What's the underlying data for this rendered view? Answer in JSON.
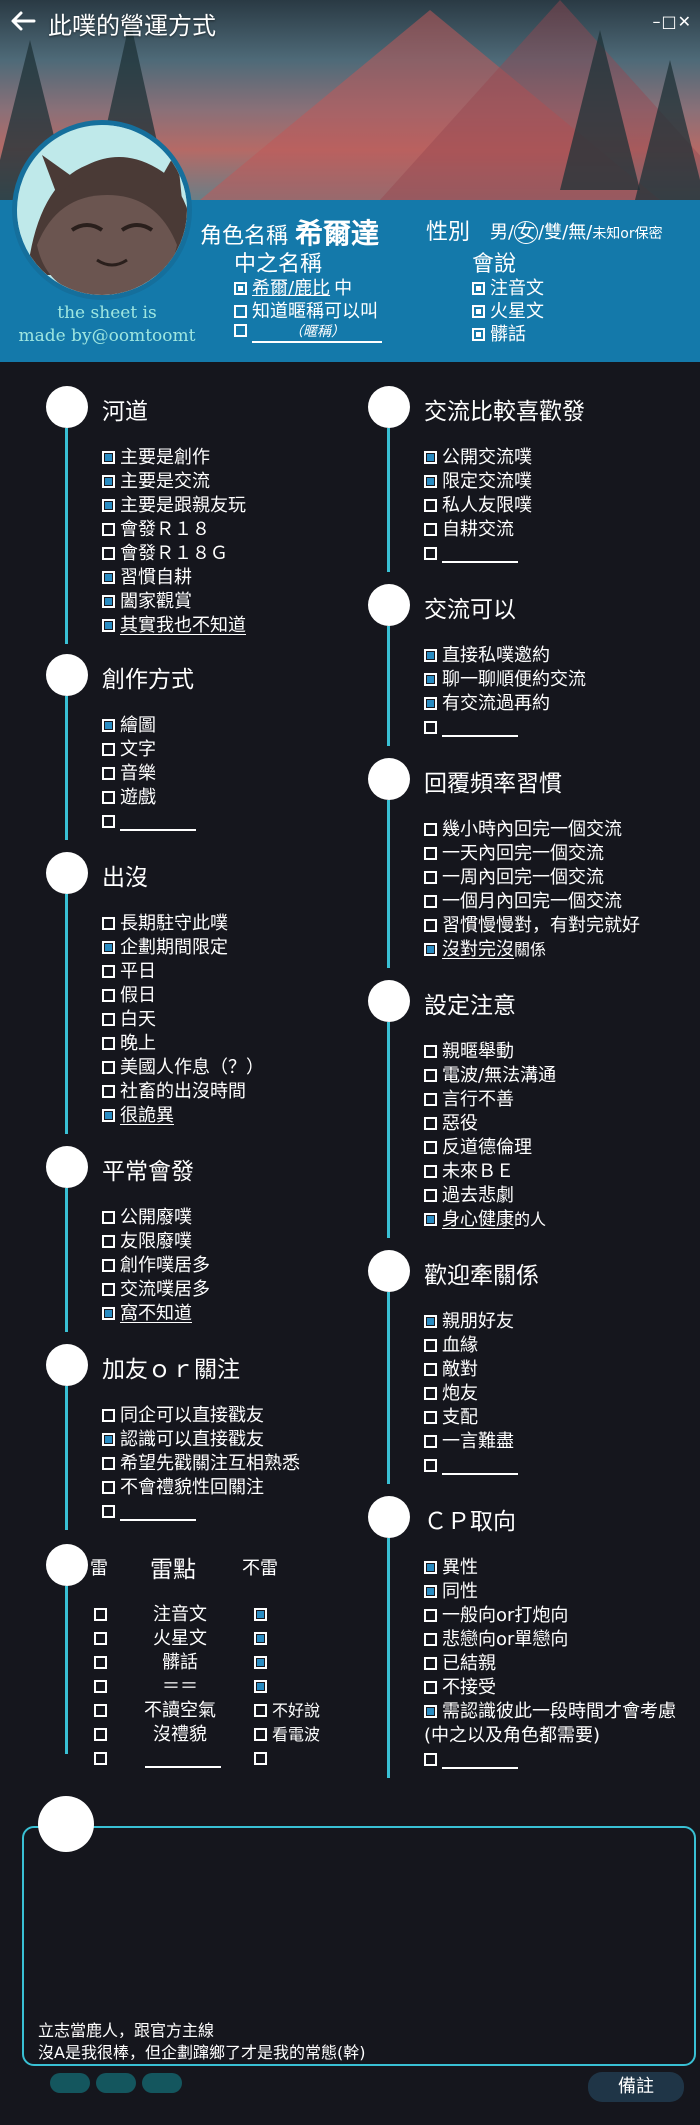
{
  "header": {
    "title": "此噗的營運方式",
    "window_controls": "–□✕"
  },
  "profile": {
    "credit_line1": "the sheet is",
    "credit_line2": "made by@oomtoomt",
    "char_label": "角色名稱",
    "char_name": "希爾達",
    "gender_label": "性別",
    "gender_options": [
      "男",
      "女",
      "雙",
      "無"
    ],
    "gender_selected": "女",
    "gender_note": "未知or保密",
    "seiyuu_label": "中之名稱",
    "seiyuu_items": [
      {
        "checked": true,
        "text": "希爾/鹿比",
        "suffix": "中"
      },
      {
        "checked": false,
        "text": "知道暱稱可以叫",
        "suffix": ""
      },
      {
        "checked": false,
        "text": "（暱稱）",
        "suffix": ""
      }
    ],
    "lang_label": "會說",
    "lang_items": [
      {
        "checked": true,
        "text": "注音文"
      },
      {
        "checked": true,
        "text": "火星文"
      },
      {
        "checked": true,
        "text": "髒話"
      }
    ]
  },
  "left_sections": [
    {
      "title": "河道",
      "items": [
        {
          "checked": true,
          "text": "主要是創作"
        },
        {
          "checked": true,
          "text": "主要是交流"
        },
        {
          "checked": true,
          "text": "主要是跟親友玩"
        },
        {
          "checked": false,
          "text": "會發Ｒ１８"
        },
        {
          "checked": false,
          "text": "會發Ｒ１８Ｇ"
        },
        {
          "checked": true,
          "text": "習慣自耕"
        },
        {
          "checked": true,
          "text": "闔家觀賞"
        },
        {
          "checked": true,
          "text": "其實我也不知道",
          "underline": true
        }
      ]
    },
    {
      "title": "創作方式",
      "items": [
        {
          "checked": true,
          "text": "繪圖"
        },
        {
          "checked": false,
          "text": "文字"
        },
        {
          "checked": false,
          "text": "音樂"
        },
        {
          "checked": false,
          "text": "遊戲"
        },
        {
          "checked": false,
          "text": "",
          "blank": true
        }
      ]
    },
    {
      "title": "出沒",
      "items": [
        {
          "checked": false,
          "text": "長期駐守此噗"
        },
        {
          "checked": true,
          "text": "企劃期間限定"
        },
        {
          "checked": false,
          "text": "平日"
        },
        {
          "checked": false,
          "text": "假日"
        },
        {
          "checked": false,
          "text": "白天"
        },
        {
          "checked": false,
          "text": "晚上"
        },
        {
          "checked": false,
          "text": "美國人作息（？）"
        },
        {
          "checked": false,
          "text": "社畜的出沒時間"
        },
        {
          "checked": true,
          "text": "很詭異",
          "underline": true
        }
      ]
    },
    {
      "title": "平常會發",
      "items": [
        {
          "checked": false,
          "text": "公開廢噗"
        },
        {
          "checked": false,
          "text": "友限廢噗"
        },
        {
          "checked": false,
          "text": "創作噗居多"
        },
        {
          "checked": false,
          "text": "交流噗居多"
        },
        {
          "checked": true,
          "text": "窩不知道",
          "underline": true
        }
      ]
    },
    {
      "title": "加友ｏｒ關注",
      "items": [
        {
          "checked": false,
          "text": "同企可以直接戳友"
        },
        {
          "checked": true,
          "text": "認識可以直接戳友"
        },
        {
          "checked": false,
          "text": "希望先戳關注互相熟悉"
        },
        {
          "checked": false,
          "text": "不會禮貌性回關注"
        },
        {
          "checked": false,
          "text": "",
          "blank": true
        }
      ]
    }
  ],
  "thunder": {
    "col1": "雷",
    "col2": "雷點",
    "col3": "不雷",
    "rows": [
      {
        "mine": false,
        "text": "注音文",
        "ok": true,
        "ok_text": ""
      },
      {
        "mine": false,
        "text": "火星文",
        "ok": true,
        "ok_text": ""
      },
      {
        "mine": false,
        "text": "髒話",
        "ok": true,
        "ok_text": ""
      },
      {
        "mine": false,
        "text": "＝＝",
        "ok": true,
        "ok_text": ""
      },
      {
        "mine": false,
        "text": "不讀空氣",
        "ok": false,
        "ok_text": "不好說"
      },
      {
        "mine": false,
        "text": "沒禮貌",
        "ok": false,
        "ok_text": "看電波"
      },
      {
        "mine": false,
        "text": "",
        "blank": true,
        "ok": false,
        "ok_text": ""
      }
    ]
  },
  "right_sections": [
    {
      "title": "交流比較喜歡發",
      "items": [
        {
          "checked": true,
          "text": "公開交流噗"
        },
        {
          "checked": true,
          "text": "限定交流噗"
        },
        {
          "checked": false,
          "text": "私人友限噗"
        },
        {
          "checked": false,
          "text": "自耕交流"
        },
        {
          "checked": false,
          "text": "",
          "blank": true
        }
      ]
    },
    {
      "title": "交流可以",
      "items": [
        {
          "checked": true,
          "text": "直接私噗邀約"
        },
        {
          "checked": true,
          "text": "聊一聊順便約交流"
        },
        {
          "checked": true,
          "text": "有交流過再約"
        },
        {
          "checked": false,
          "text": "",
          "blank": true
        }
      ]
    },
    {
      "title": "回覆頻率習慣",
      "items": [
        {
          "checked": false,
          "text": "幾小時內回完一個交流"
        },
        {
          "checked": false,
          "text": "一天內回完一個交流"
        },
        {
          "checked": false,
          "text": "一周內回完一個交流"
        },
        {
          "checked": false,
          "text": "一個月內回完一個交流"
        },
        {
          "checked": false,
          "text": "習慣慢慢對，有對完就好"
        },
        {
          "checked": true,
          "text": "沒對完沒",
          "underline": true,
          "suffix": "關係"
        }
      ]
    },
    {
      "title": "設定注意",
      "items": [
        {
          "checked": false,
          "text": "親暱舉動"
        },
        {
          "checked": false,
          "text": "電波/無法溝通"
        },
        {
          "checked": false,
          "text": "言行不善"
        },
        {
          "checked": false,
          "text": "惡役"
        },
        {
          "checked": false,
          "text": "反道德倫理"
        },
        {
          "checked": false,
          "text": "未來ＢＥ"
        },
        {
          "checked": false,
          "text": "過去悲劇"
        },
        {
          "checked": true,
          "text": "身心健康",
          "underline": true,
          "suffix": "的人"
        }
      ]
    },
    {
      "title": "歡迎牽關係",
      "items": [
        {
          "checked": true,
          "text": "親朋好友"
        },
        {
          "checked": false,
          "text": "血緣"
        },
        {
          "checked": false,
          "text": "敵對"
        },
        {
          "checked": false,
          "text": "炮友"
        },
        {
          "checked": false,
          "text": "支配"
        },
        {
          "checked": false,
          "text": "一言難盡"
        },
        {
          "checked": false,
          "text": "",
          "blank": true
        }
      ]
    },
    {
      "title": "ＣＰ取向",
      "items": [
        {
          "checked": true,
          "text": "異性"
        },
        {
          "checked": true,
          "text": "同性"
        },
        {
          "checked": false,
          "text": "一般向or打炮向"
        },
        {
          "checked": false,
          "text": "悲戀向or單戀向"
        },
        {
          "checked": false,
          "text": "已結親"
        },
        {
          "checked": false,
          "text": "不接受"
        },
        {
          "checked": true,
          "text": "需認識彼此一段時間才會考慮"
        },
        {
          "checked": null,
          "text": "(中之以及角色都需要)"
        },
        {
          "checked": false,
          "text": "",
          "blank": true
        }
      ]
    }
  ],
  "memo": {
    "line1": "立志當鹿人，跟官方主線",
    "line2": "沒A是我很棒，但企劃蹿鄉了才是我的常態(幹)"
  },
  "footer": {
    "note_button": "備註"
  }
}
